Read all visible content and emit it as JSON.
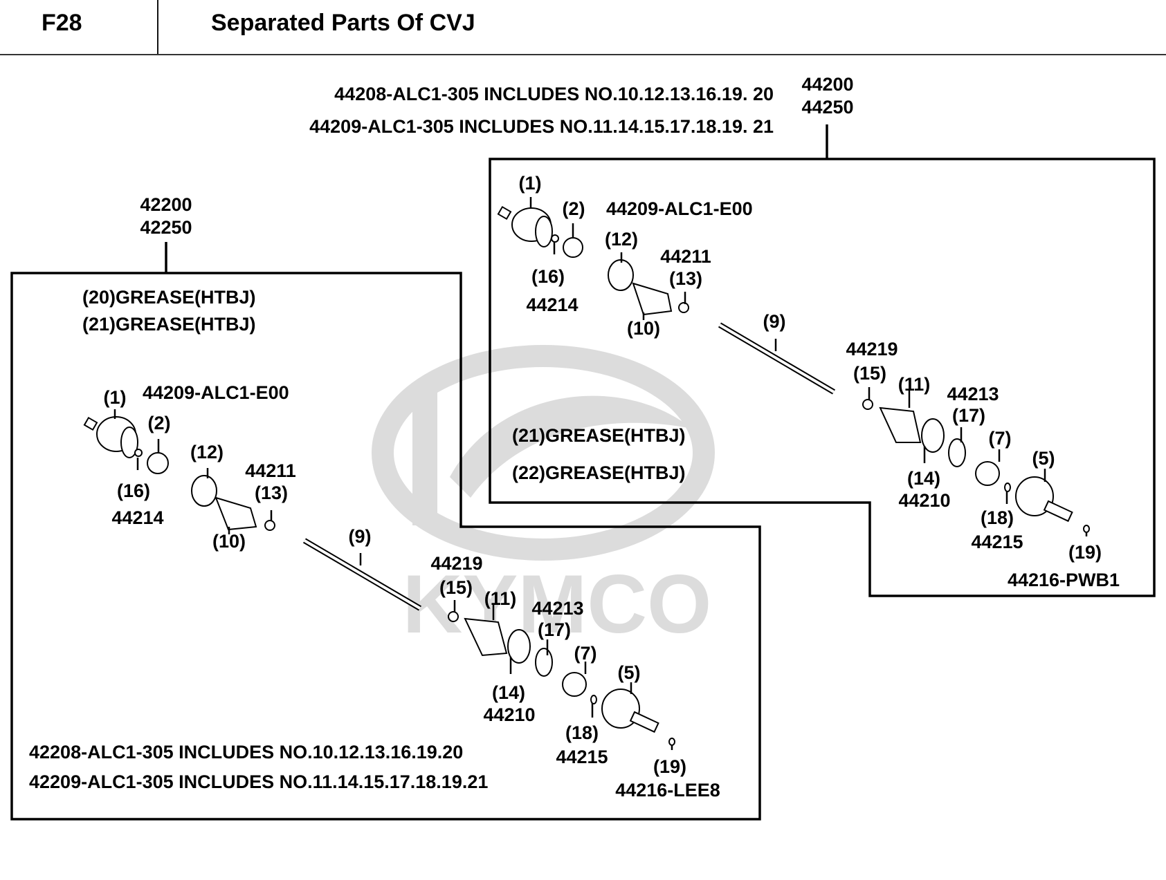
{
  "header": {
    "code": "F28",
    "title": "Separated Parts Of CVJ"
  },
  "watermark": {
    "brand": "KYMCO",
    "color": "#d9d9d9"
  },
  "right_assembly": {
    "assembly_numbers": [
      "44200",
      "44250"
    ],
    "kit_notes": [
      "44208-ALC1-305  INCLUDES NO.10.12.13.16.19. 20",
      "44209-ALC1-305 INCLUDES NO.11.14.15.17.18.19. 21"
    ],
    "grease_notes": [
      "(21)GREASE(HTBJ)",
      "(22)GREASE(HTBJ)"
    ],
    "callouts": {
      "c1": "(1)",
      "c2": "(2)",
      "p2": "44209-ALC1-E00",
      "c12": "(12)",
      "p13": "44211",
      "c13": "(13)",
      "c16": "(16)",
      "p16": "44214",
      "c10": "(10)",
      "c9": "(9)",
      "p15": "44219",
      "c15": "(15)",
      "c11": "(11)",
      "p17": "44213",
      "c17": "(17)",
      "c7": "(7)",
      "c5": "(5)",
      "c14": "(14)",
      "p14": "44210",
      "c18": "(18)",
      "p18": "44215",
      "c19": "(19)",
      "p19": "44216-PWB1"
    }
  },
  "left_assembly": {
    "assembly_numbers": [
      "42200",
      "42250"
    ],
    "grease_notes": [
      "(20)GREASE(HTBJ)",
      "(21)GREASE(HTBJ)"
    ],
    "kit_notes": [
      "42208-ALC1-305 INCLUDES NO.10.12.13.16.19.20",
      "42209-ALC1-305 INCLUDES NO.11.14.15.17.18.19.21"
    ],
    "callouts": {
      "c1": "(1)",
      "c2": "(2)",
      "p2": "44209-ALC1-E00",
      "c12": "(12)",
      "p13": "44211",
      "c13": "(13)",
      "c16": "(16)",
      "p16": "44214",
      "c10": "(10)",
      "c9": "(9)",
      "p15": "44219",
      "c15": "(15)",
      "c11": "(11)",
      "p17": "44213",
      "c17": "(17)",
      "c7": "(7)",
      "c5": "(5)",
      "c14": "(14)",
      "p14": "44210",
      "c18": "(18)",
      "p18": "44215",
      "c19": "(19)",
      "p19": "44216-LEE8"
    }
  }
}
